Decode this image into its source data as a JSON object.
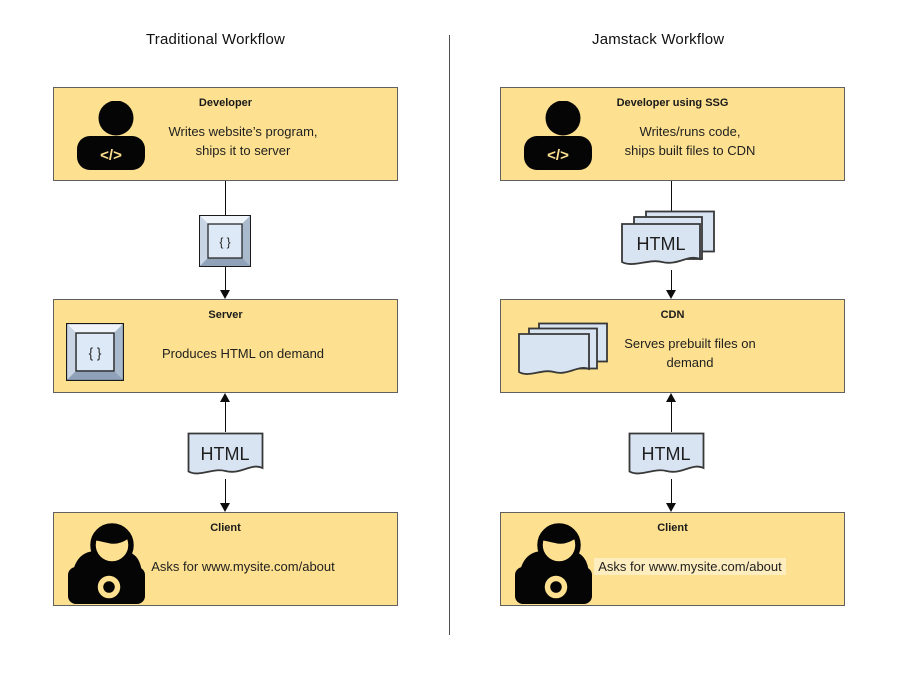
{
  "diagram": {
    "left": {
      "heading": "Traditional Workflow",
      "developer": {
        "title": "Developer",
        "body_line1": "Writes website’s program,",
        "body_line2": "ships it to server",
        "code_glyph": "</>"
      },
      "keycap_glyph": "{ }",
      "server": {
        "title": "Server",
        "body_line1": "Produces HTML on demand",
        "keycap_glyph": "{ }"
      },
      "html_doc_label": "HTML",
      "client": {
        "title": "Client",
        "body_line1": "Asks for www.mysite.com/about"
      }
    },
    "right": {
      "heading": "Jamstack Workflow",
      "developer": {
        "title": "Developer using SSG",
        "body_line1": "Writes/runs code,",
        "body_line2": "ships built files to CDN",
        "code_glyph": "</>"
      },
      "html_stack_label": "HTML",
      "cdn": {
        "title": "CDN",
        "body_line1": "Serves prebuilt files on",
        "body_line2": "demand"
      },
      "html_doc_label": "HTML",
      "client": {
        "title": "Client",
        "body_line1": "Asks for www.mysite.com/about"
      }
    },
    "colors": {
      "box_fill": "#FDE190",
      "box_border": "#606060",
      "doc_fill": "#D8E4F2",
      "doc_border": "#383838",
      "keycap_face": "#DDE9F7",
      "arrow": "#0D0D0D"
    }
  }
}
